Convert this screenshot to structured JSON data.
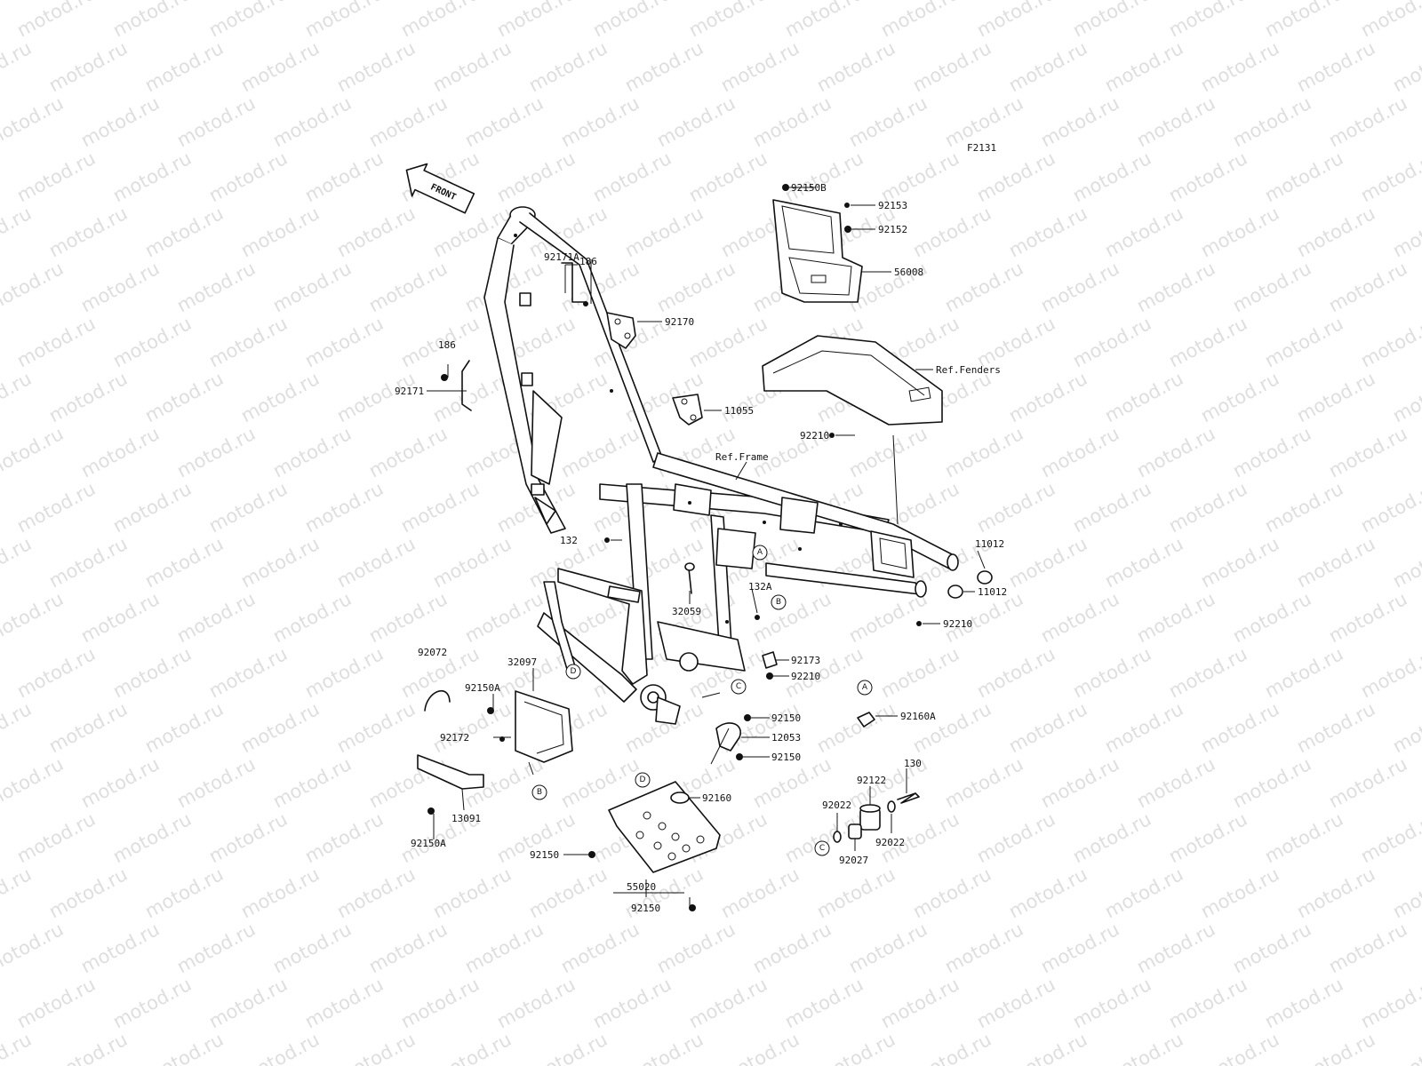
{
  "watermark": "motod.ru",
  "figure_code": "F2131",
  "front_arrow_label": "FRONT",
  "labels": {
    "l_92150B": "92150B",
    "l_92153": "92153",
    "l_92152": "92152",
    "l_56008": "56008",
    "l_ref_fenders": "Ref.Fenders",
    "l_92210_top": "92210",
    "l_92171A": "92171A",
    "l_186_top": "186",
    "l_92170": "92170",
    "l_186_left": "186",
    "l_92171": "92171",
    "l_11055": "11055",
    "l_ref_frame": "Ref.Frame",
    "l_132": "132",
    "l_11012_a": "11012",
    "l_11012_b": "11012",
    "l_132A": "132A",
    "l_32059": "32059",
    "l_92210_right": "92210",
    "l_92173": "92173",
    "l_92210_mid": "92210",
    "l_92072": "92072",
    "l_32097": "32097",
    "l_92150A_a": "92150A",
    "l_92160A": "92160A",
    "l_92150_a": "92150",
    "l_12053": "12053",
    "l_92172": "92172",
    "l_92150_b": "92150",
    "l_130": "130",
    "l_92122": "92122",
    "l_92160": "92160",
    "l_92022_a": "92022",
    "l_13091": "13091",
    "l_92022_b": "92022",
    "l_92150A_b": "92150A",
    "l_92150_c": "92150",
    "l_92027": "92027",
    "l_55020": "55020",
    "l_92150_d": "92150"
  },
  "refs": {
    "r_A1": "A",
    "r_B1": "B",
    "r_D1": "D",
    "r_C1": "C",
    "r_A2": "A",
    "r_B2": "B",
    "r_D2": "D",
    "r_C2": "C"
  }
}
